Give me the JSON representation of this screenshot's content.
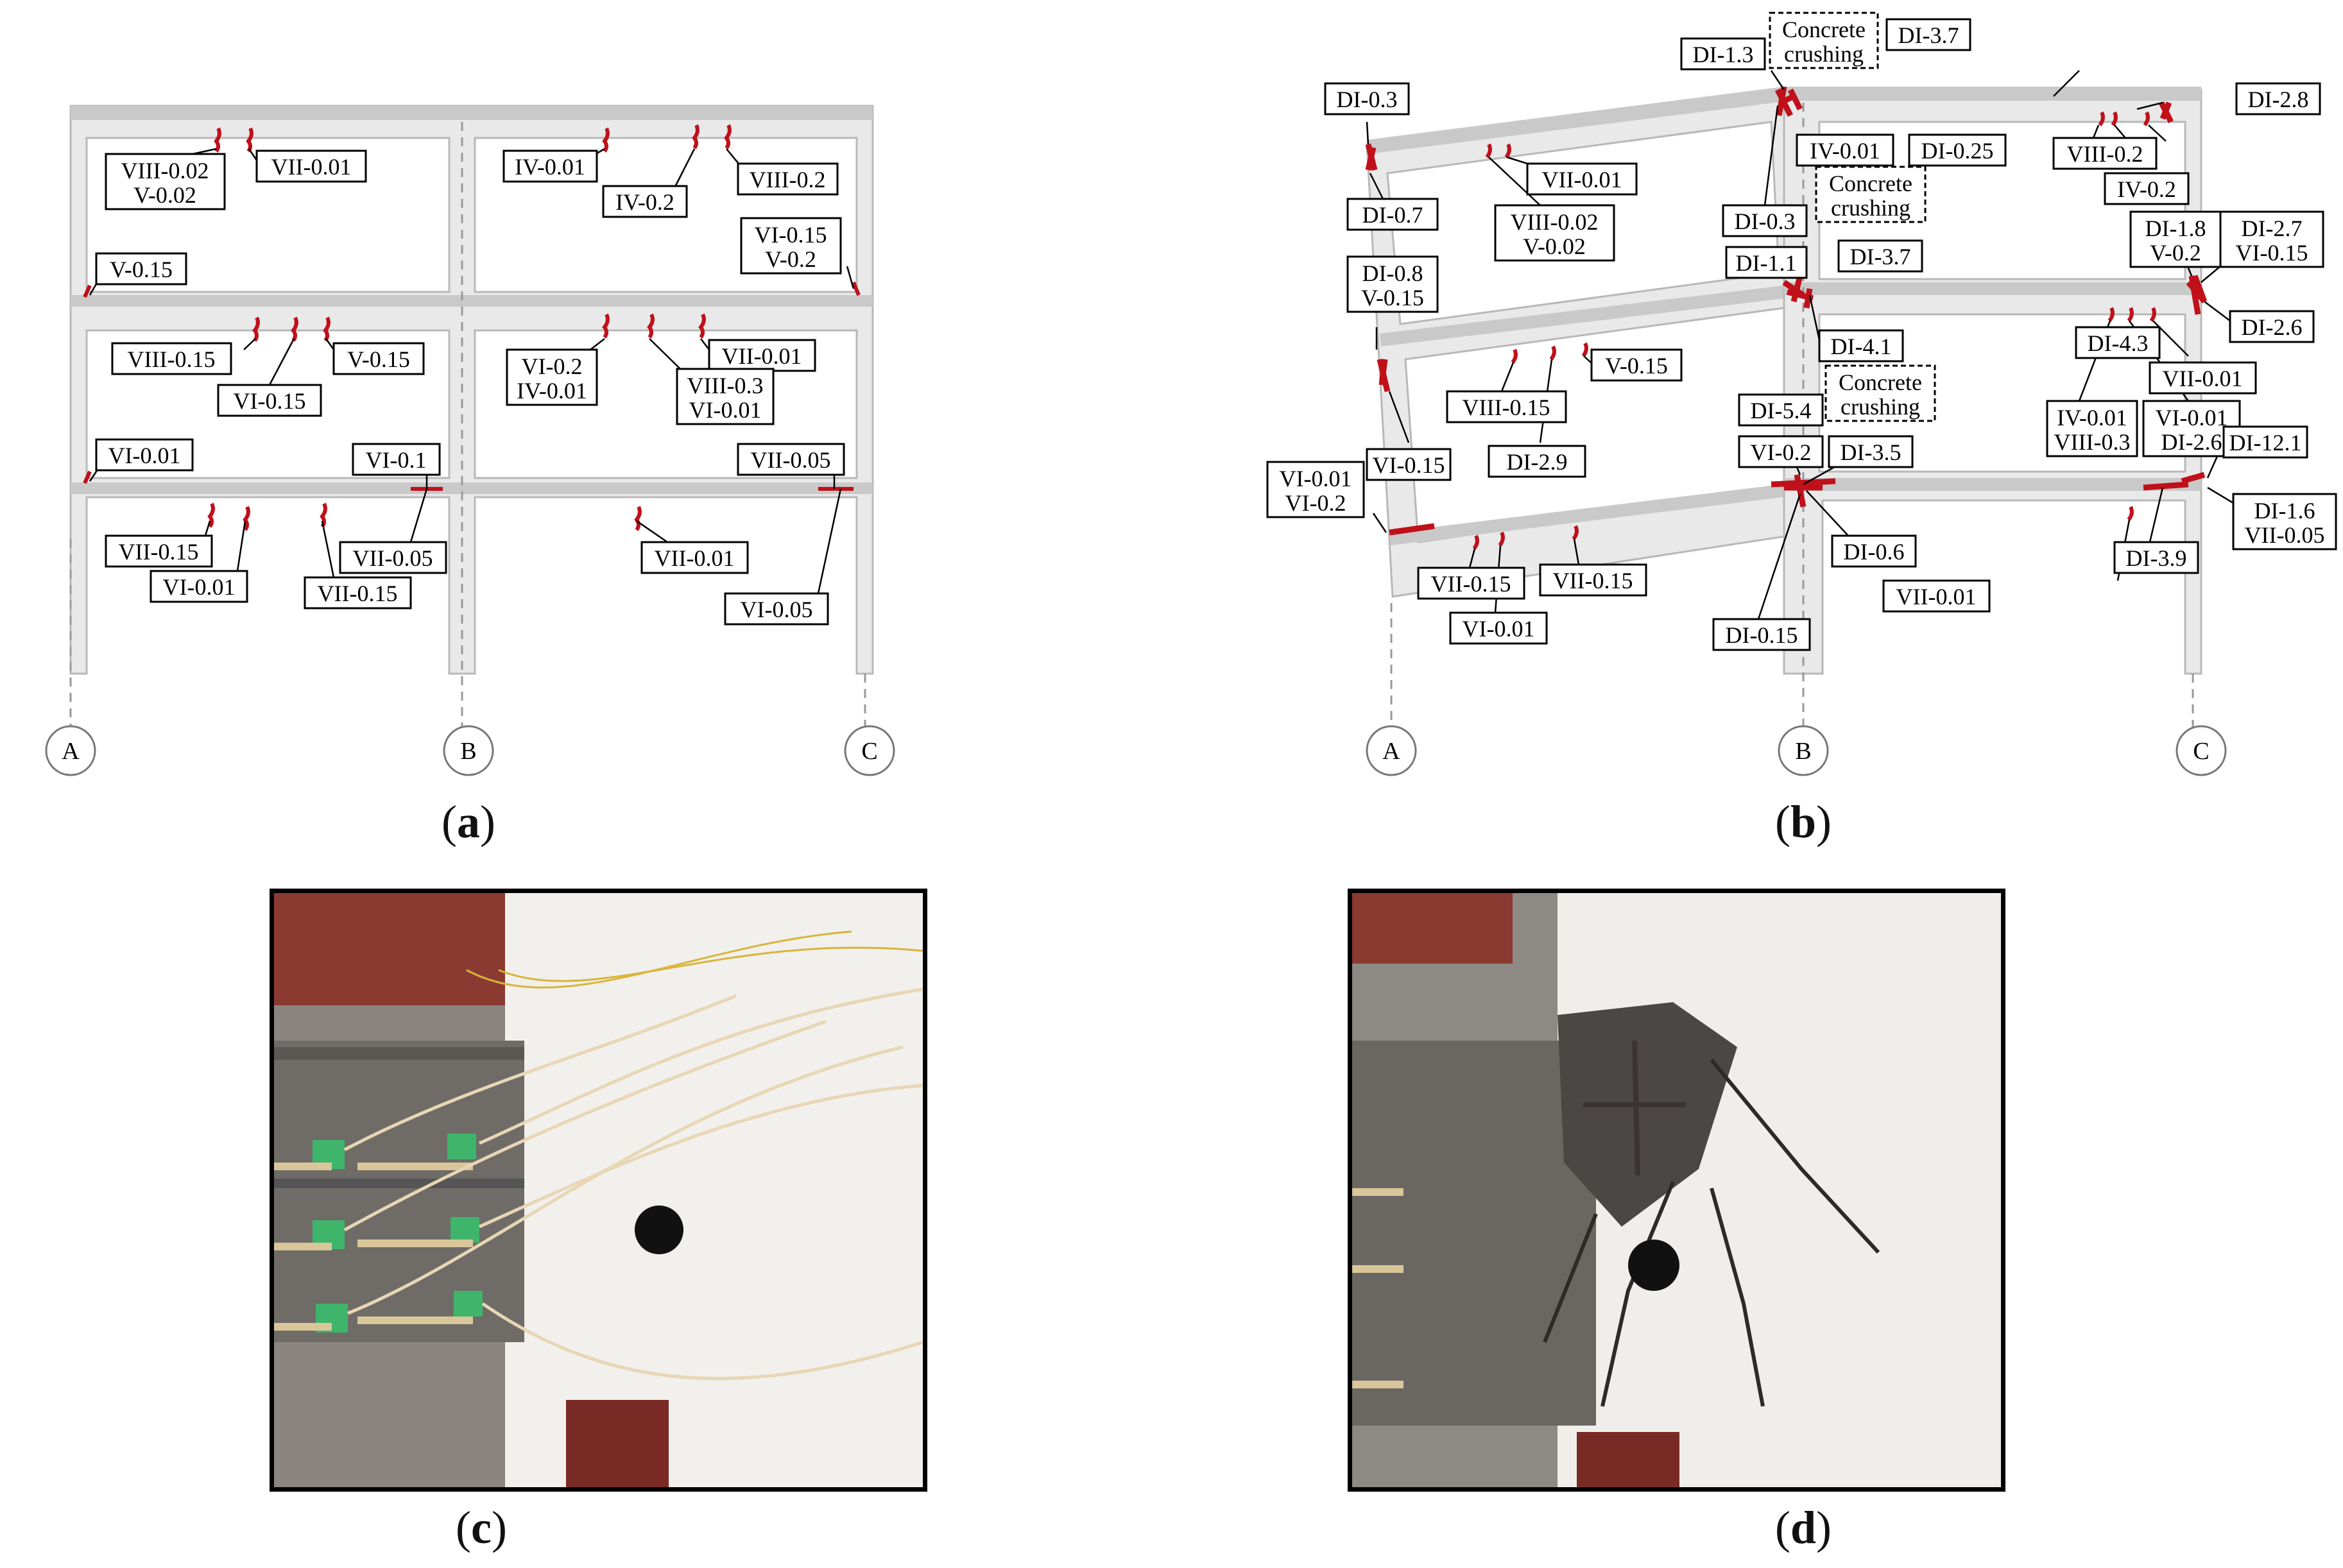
{
  "panel_a": {
    "caption_letter": "a",
    "axes": [
      "A",
      "B",
      "C"
    ],
    "labels": [
      "VIII-0.02",
      "V-0.02",
      "VII-0.01",
      "IV-0.01",
      "IV-0.2",
      "VIII-0.2",
      "VI-0.15",
      "V-0.2",
      "V-0.15",
      "VIII-0.15",
      "V-0.15",
      "VI-0.15",
      "VI-0.2",
      "IV-0.01",
      "VII-0.01",
      "VIII-0.3",
      "VI-0.01",
      "VI-0.01",
      "VI-0.1",
      "VII-0.05",
      "VII-0.15",
      "VI-0.01",
      "VII-0.05",
      "VII-0.15",
      "VII-0.01",
      "VI-0.05"
    ]
  },
  "panel_b": {
    "caption_letter": "b",
    "axes": [
      "A",
      "B",
      "C"
    ],
    "labels": [
      "DI-0.3",
      "DI-1.3",
      "Concrete",
      "crushing",
      "DI-3.7",
      "DI-2.8",
      "IV-0.01",
      "DI-0.25",
      "VIII-0.2",
      "IV-0.2",
      "DI-0.7",
      "VII-0.01",
      "VIII-0.02",
      "V-0.02",
      "DI-0.3",
      "Concrete",
      "crushing",
      "DI-1.8",
      "V-0.2",
      "DI-2.7",
      "VI-0.15",
      "DI-0.8",
      "V-0.15",
      "DI-1.1",
      "DI-3.7",
      "DI-2.6",
      "DI-4.1",
      "DI-4.3",
      "VII-0.01",
      "V-0.15",
      "VIII-0.15",
      "Concrete",
      "crushing",
      "DI-5.4",
      "VI-0.2",
      "IV-0.01",
      "VIII-0.3",
      "VI-0.01",
      "DI-2.6",
      "VI-0.15",
      "DI-2.9",
      "DI-12.1",
      "VI-0.01",
      "VI-0.2",
      "DI-3.5",
      "DI-1.6",
      "VII-0.05",
      "DI-0.6",
      "DI-3.9",
      "VII-0.15",
      "VII-0.15",
      "VII-0.01",
      "VI-0.01",
      "DI-0.15"
    ]
  },
  "panel_c": {
    "caption_letter": "c"
  },
  "panel_d": {
    "caption_letter": "d"
  },
  "colors": {
    "crack": "#c0101a",
    "frame_fill": "#e8e8e8",
    "frame_line": "#b5b5b5",
    "slab": "#c8c8c8",
    "brick": "#8b3a32"
  }
}
